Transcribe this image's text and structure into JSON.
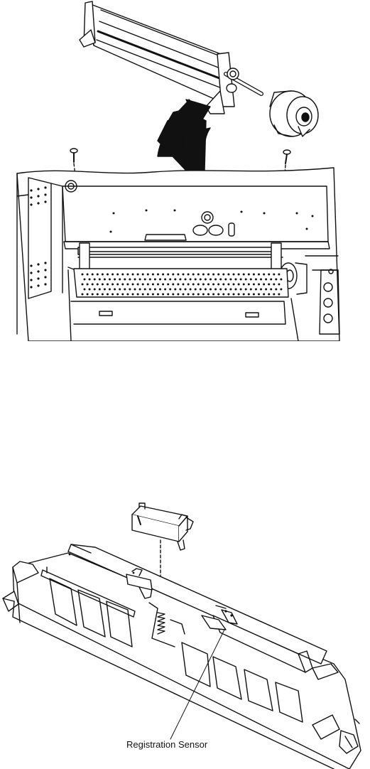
{
  "figures": [
    {
      "id": "roller-removal",
      "callouts": []
    },
    {
      "id": "sensor-removal",
      "callouts": [
        {
          "text": "Registration Sensor"
        }
      ]
    }
  ]
}
